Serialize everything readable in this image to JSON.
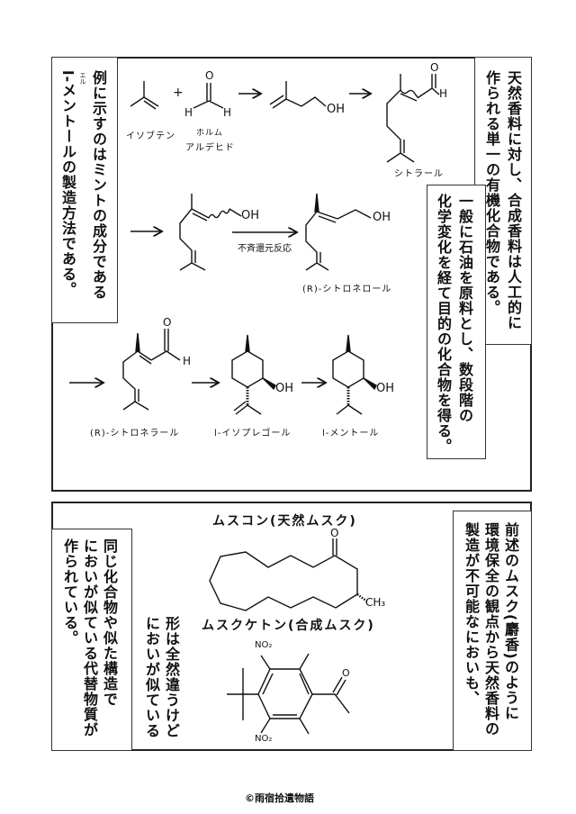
{
  "top_panel": {
    "left_caption": {
      "lines": [
        "例に示すのはミントの成分である",
        "l-メントールの製造方法である。"
      ],
      "ruby": "エル"
    },
    "right_caption_1": {
      "lines": [
        "天然香料に対し、合成香料は人工的に",
        "作られる単一の有機化合物である。"
      ]
    },
    "right_caption_2": {
      "lines": [
        "一般に石油を原料とし、数段階の",
        "化学変化を経て目的の化合物を得る。"
      ]
    },
    "compounds": {
      "isobutene": "イソブテン",
      "formaldehyde_1": "ホルム",
      "formaldehyde_2": "アルデヒド",
      "citral": "シトラール",
      "citronellol": "(R)-シトロネロール",
      "citronellal": "(R)-シトロネラール",
      "isopulegol": "l-イソプレゴール",
      "menthol": "l-メントール"
    },
    "reaction_label": "不斉還元反応",
    "atoms": {
      "O": "O",
      "H": "H",
      "OH": "OH",
      "plus": "+"
    }
  },
  "bottom_panel": {
    "left_caption": {
      "lines": [
        "同じ化合物や似た構造で",
        "においが似ている代替物質が",
        "作られている。"
      ]
    },
    "middle_caption": {
      "lines": [
        "形は全然違うけど",
        "においが似ている"
      ]
    },
    "right_caption": {
      "lines": [
        "前述のムスク(麝香)のように",
        "環境保全の観点から天然香料の",
        "製造が不可能なにおいも、"
      ]
    },
    "muscone_title": "ムスコン(天然ムスク)",
    "muscone_ketone_title": "ムスクケトン(合成ムスク)",
    "atoms": {
      "O": "O",
      "CH3": "CH₃",
      "NO2": "NO₂"
    }
  },
  "footer": {
    "copyright": "©雨宿拾遺物語"
  }
}
